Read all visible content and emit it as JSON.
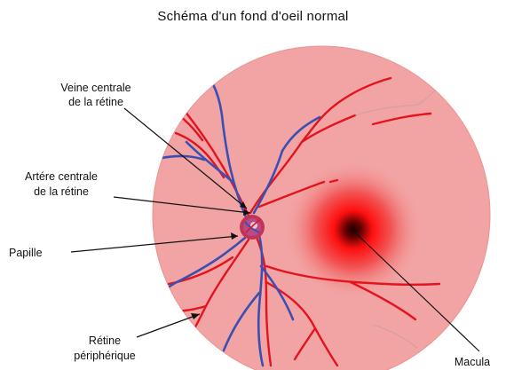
{
  "title": "Schéma d'un fond d'oeil normal",
  "labels": {
    "veine_line1": "Veine centrale",
    "veine_line2": "de la rétine",
    "artere_line1": "Artére centrale",
    "artere_line2": "de la rétine",
    "papille": "Papille",
    "retine_line1": "Rétine",
    "retine_line2": "périphérique",
    "macula": "Macula"
  },
  "colors": {
    "retina": "#f2a3a3",
    "retina_edge": "#e99393",
    "macula_center": "#1a0000",
    "macula_glow": "#ff1a1a",
    "artery": "#e3141e",
    "vein": "#3b4fb3",
    "papilla": "#c0335a"
  }
}
